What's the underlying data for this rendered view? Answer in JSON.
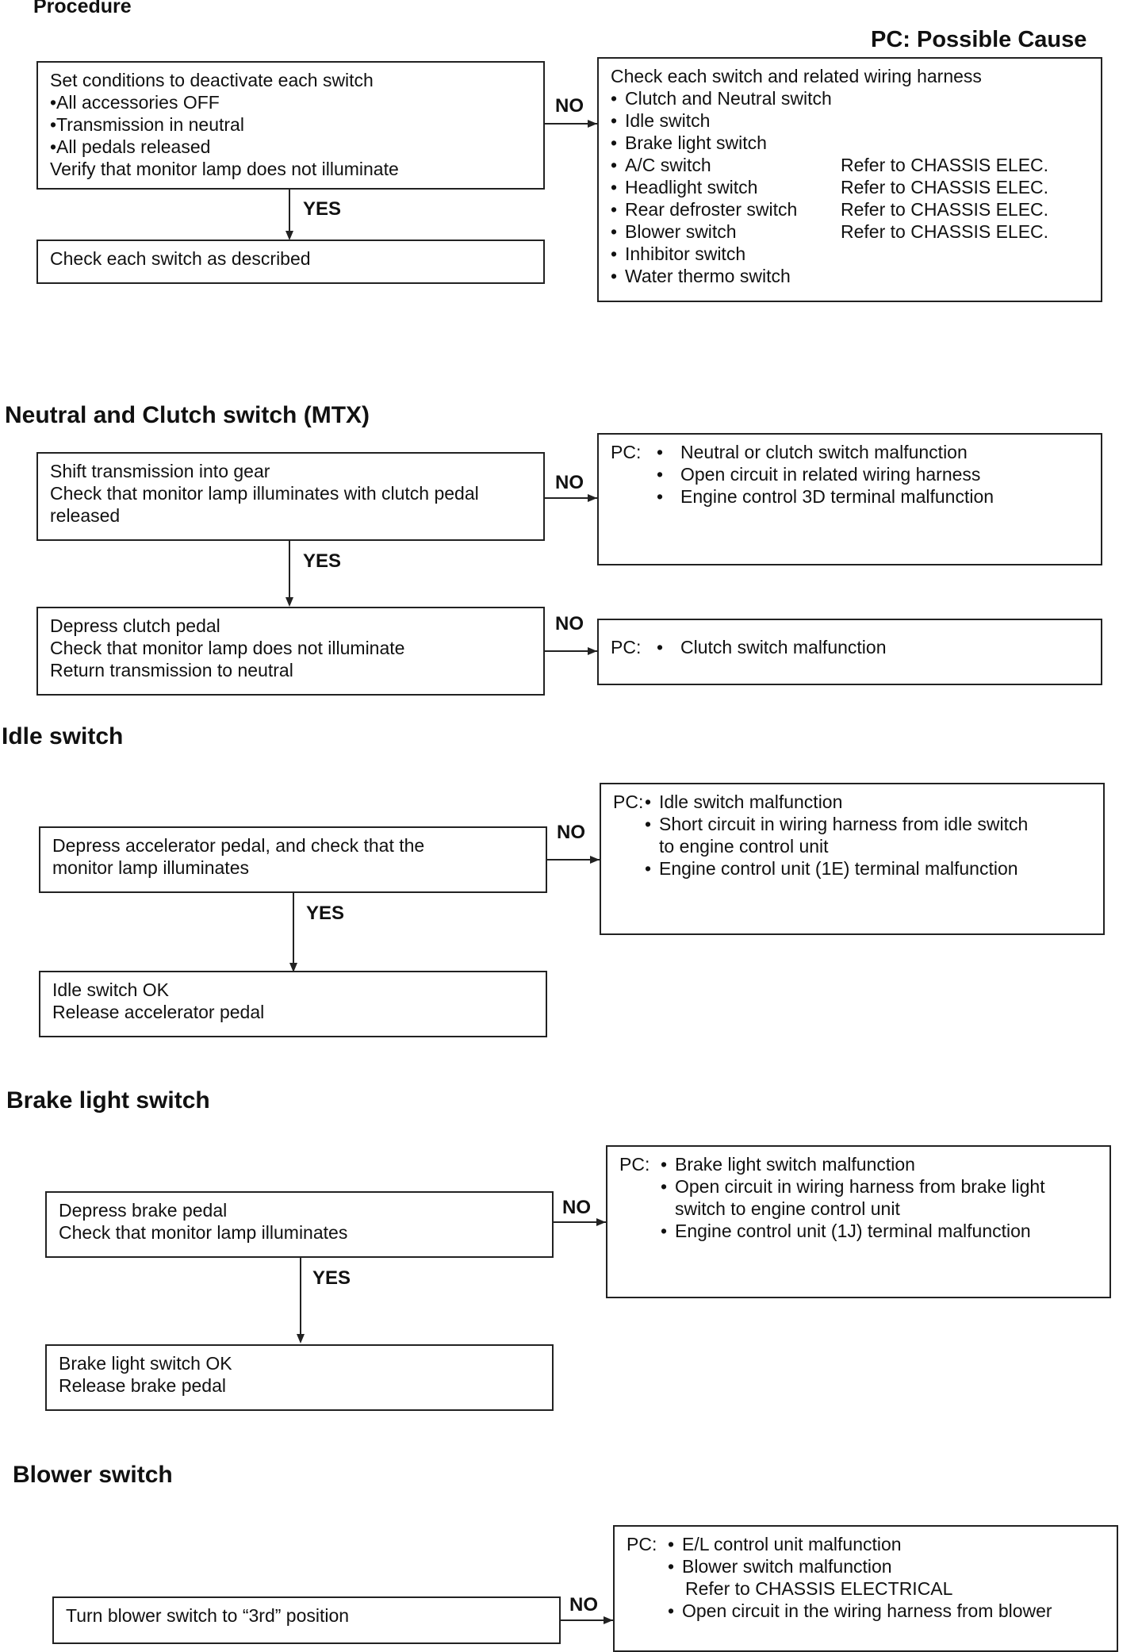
{
  "procedure_title": "Procedure",
  "legend": "PC: Possible Cause",
  "labels": {
    "no": "NO",
    "yes": "YES"
  },
  "section0": {
    "start": [
      "Set conditions to deactivate each switch",
      "•All accessories OFF",
      "•Transmission in neutral",
      "•All pedals released",
      "Verify that monitor lamp does not illuminate"
    ],
    "yes_box": "Check each switch as described",
    "no_box_title": "Check each switch and related wiring harness",
    "no_items": [
      {
        "name": "Clutch and Neutral switch",
        "ref": ""
      },
      {
        "name": "Idle switch",
        "ref": ""
      },
      {
        "name": "Brake light switch",
        "ref": ""
      },
      {
        "name": "A/C switch",
        "ref": "Refer to CHASSIS ELEC."
      },
      {
        "name": "Headlight switch",
        "ref": "Refer to CHASSIS ELEC."
      },
      {
        "name": "Rear defroster switch",
        "ref": "Refer to CHASSIS ELEC."
      },
      {
        "name": "Blower switch",
        "ref": "Refer to CHASSIS ELEC."
      },
      {
        "name": "Inhibitor switch",
        "ref": ""
      },
      {
        "name": "Water thermo switch",
        "ref": ""
      }
    ]
  },
  "neutral": {
    "title": "Neutral and Clutch switch (MTX)",
    "step1": [
      "Shift transmission into gear",
      "Check that monitor lamp illuminates with clutch pedal",
      "released"
    ],
    "pc1_prefix": "PC:",
    "pc1": [
      "Neutral or clutch switch malfunction",
      "Open circuit in related wiring harness",
      "Engine control 3D terminal malfunction"
    ],
    "step2": [
      "Depress clutch pedal",
      "Check that monitor lamp does not illuminate",
      "Return transmission to neutral"
    ],
    "pc2_prefix": "PC:",
    "pc2": [
      "Clutch switch malfunction"
    ]
  },
  "idle": {
    "title": "Idle switch",
    "step1": [
      "Depress accelerator pedal, and check that the",
      "monitor lamp illuminates"
    ],
    "pc_prefix": "PC:",
    "pc": [
      [
        "Idle switch malfunction"
      ],
      [
        "Short circuit in wiring harness from idle switch",
        "to engine control unit"
      ],
      [
        "Engine control unit (1E) terminal malfunction"
      ]
    ],
    "ok": [
      "Idle switch OK",
      "Release accelerator pedal"
    ]
  },
  "brake": {
    "title": "Brake light switch",
    "step1": [
      "Depress brake pedal",
      "Check that monitor lamp illuminates"
    ],
    "pc_prefix": "PC:",
    "pc": [
      [
        "Brake light switch malfunction"
      ],
      [
        "Open circuit in wiring harness from brake light",
        "switch to engine control unit"
      ],
      [
        "Engine control unit (1J) terminal malfunction"
      ]
    ],
    "ok": [
      "Brake light switch OK",
      "Release brake pedal"
    ]
  },
  "blower": {
    "title": "Blower switch",
    "step1": [
      "Turn blower switch to “3rd” position"
    ],
    "pc_prefix": "PC:",
    "pc": [
      [
        "E/L control unit malfunction"
      ],
      [
        "Blower switch malfunction"
      ],
      [
        "Open circuit in the wiring harness from blower"
      ]
    ],
    "refer": "Refer to CHASSIS ELECTRICAL"
  }
}
